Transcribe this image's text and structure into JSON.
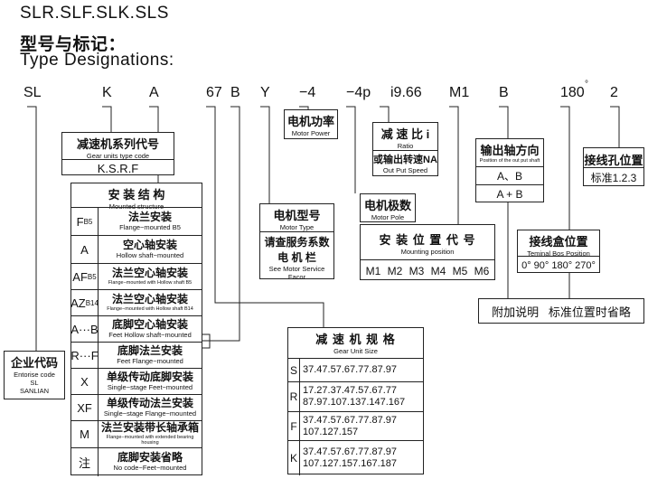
{
  "title_models": "SLR.SLF.SLK.SLS",
  "title_cn": "型号与标记：",
  "title_en": "Type Designations:",
  "tokens": [
    "SL",
    "K",
    "A",
    "67",
    "B",
    "Y",
    "−4",
    "−4p",
    "i9.66",
    "M1",
    "B",
    "180",
    "2"
  ],
  "degree_mark": "°",
  "enterprise": {
    "cn": "企业代码",
    "en": "Entorise code",
    "l1": "SL",
    "l2": "SANLIAN"
  },
  "gear_series": {
    "cn": "减速机系列代号",
    "en": "Gear units type code",
    "value": "K.S.R.F"
  },
  "mounting": {
    "cn": "安 装 结 构",
    "en": "Mounted structure",
    "rows": [
      {
        "code": "F",
        "sub": "B5",
        "cn": "法兰安装",
        "en": "Flange−mounted B5"
      },
      {
        "code": "A",
        "sub": "",
        "cn": "空心轴安装",
        "en": "Hollow shaft−mounted"
      },
      {
        "code": "AF",
        "sub": "B5",
        "cn": "法兰空心轴安装",
        "en": "Flange−mounted with Hollow shaft B5"
      },
      {
        "code": "AZ",
        "sub": "B14",
        "cn": "法兰空心轴安装",
        "en": "Flange−mounted with Hollow shaft B14"
      },
      {
        "code": "A···B",
        "sub": "",
        "cn": "底脚空心轴安装",
        "en": "Feet Hollow shaft−mounted"
      },
      {
        "code": "R···F",
        "sub": "",
        "cn": "底脚法兰安装",
        "en": "Feet Flange−mounted"
      },
      {
        "code": "X",
        "sub": "",
        "cn": "单级传动底脚安装",
        "en": "Single−stage Feet−mounted"
      },
      {
        "code": "XF",
        "sub": "",
        "cn": "单级传动法兰安装",
        "en": "Single−stage Flange−mounted"
      },
      {
        "code": "M",
        "sub": "",
        "cn": "法兰安装带长轴承箱",
        "en": "Flange−mounted with extended bearing housing"
      },
      {
        "code": "注",
        "sub": "",
        "cn": "底脚安装省略",
        "en": "No code−Feet−mounted"
      }
    ]
  },
  "motor_type": {
    "cn": "电机型号",
    "en": "Motor Type",
    "cn2a": "请查服务系数",
    "cn2b": "电 机 栏",
    "en2a": "See Motor Service",
    "en2b": "Facor"
  },
  "motor_power": {
    "cn": "电机功率",
    "en": "Motor Power"
  },
  "motor_pole": {
    "cn": "电机极数",
    "en": "Motor Pole"
  },
  "ratio": {
    "cn": "减 速 比 i",
    "en": "Ratio",
    "cn2": "或输出转速NA",
    "en2": "Out Put Speed"
  },
  "mounting_pos": {
    "cn": "安 装 位 置 代 号",
    "en": "Mounting position",
    "items": [
      "M1",
      "M2",
      "M3",
      "M4",
      "M5",
      "M6"
    ]
  },
  "output_shaft": {
    "cn": "输出轴方向",
    "en": "Position of the out put shaft",
    "v1": "A、B",
    "v2": "A + B"
  },
  "terminal_box": {
    "cn": "接线盒位置",
    "en": "Teminal Bos Position",
    "values": "0°  90°  180°  270°"
  },
  "cable_hole": {
    "cn": "接线孔位置",
    "value": "标准1.2.3"
  },
  "note": "附加说明   标准位置时省略",
  "gear_size": {
    "cn": "减 速 机 规 格",
    "en": "Gear Unit Size",
    "rows": [
      {
        "code": "S",
        "lines": [
          "37.47.57.67.77.87.97"
        ]
      },
      {
        "code": "R",
        "lines": [
          "17.27.37.47.57.67.77",
          "87.97.107.137.147.167"
        ]
      },
      {
        "code": "F",
        "lines": [
          "37.47.57.67.77.87.97",
          "107.127.157"
        ]
      },
      {
        "code": "K",
        "lines": [
          "37.47.57.67.77.87.97",
          "107.127.157.167.187"
        ]
      }
    ]
  }
}
